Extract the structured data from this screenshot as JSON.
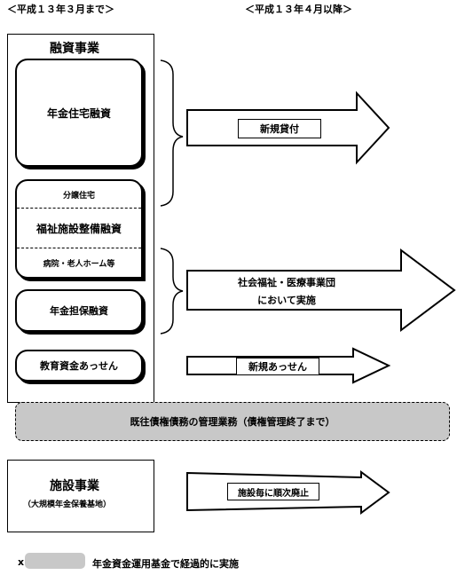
{
  "headers": {
    "before": "＜平成１３年３月まで＞",
    "after": "＜平成１３年４月以降＞"
  },
  "loan": {
    "title": "融資事業",
    "housing": "年金住宅融資",
    "bunjo": "分譲住宅",
    "welfare": "福祉施設整備融資",
    "hospital": "病院・老人ホーム等",
    "collateral": "年金担保融資",
    "education": "教育資金あっせん"
  },
  "arrows": {
    "new_loan": "新規貸付",
    "social_line1": "社会福祉・医療事業団",
    "social_line2": "において実施",
    "new_assist": "新規あっせん",
    "abolish": "施設毎に順次廃止"
  },
  "existing": "既往債権債務の管理業務（債権管理終了まで）",
  "facility": {
    "title": "施設事業",
    "sub": "（大規模年金保養基地）"
  },
  "legend": {
    "mark": "x",
    "text": "年金資金運用基金で経過的に実施"
  }
}
